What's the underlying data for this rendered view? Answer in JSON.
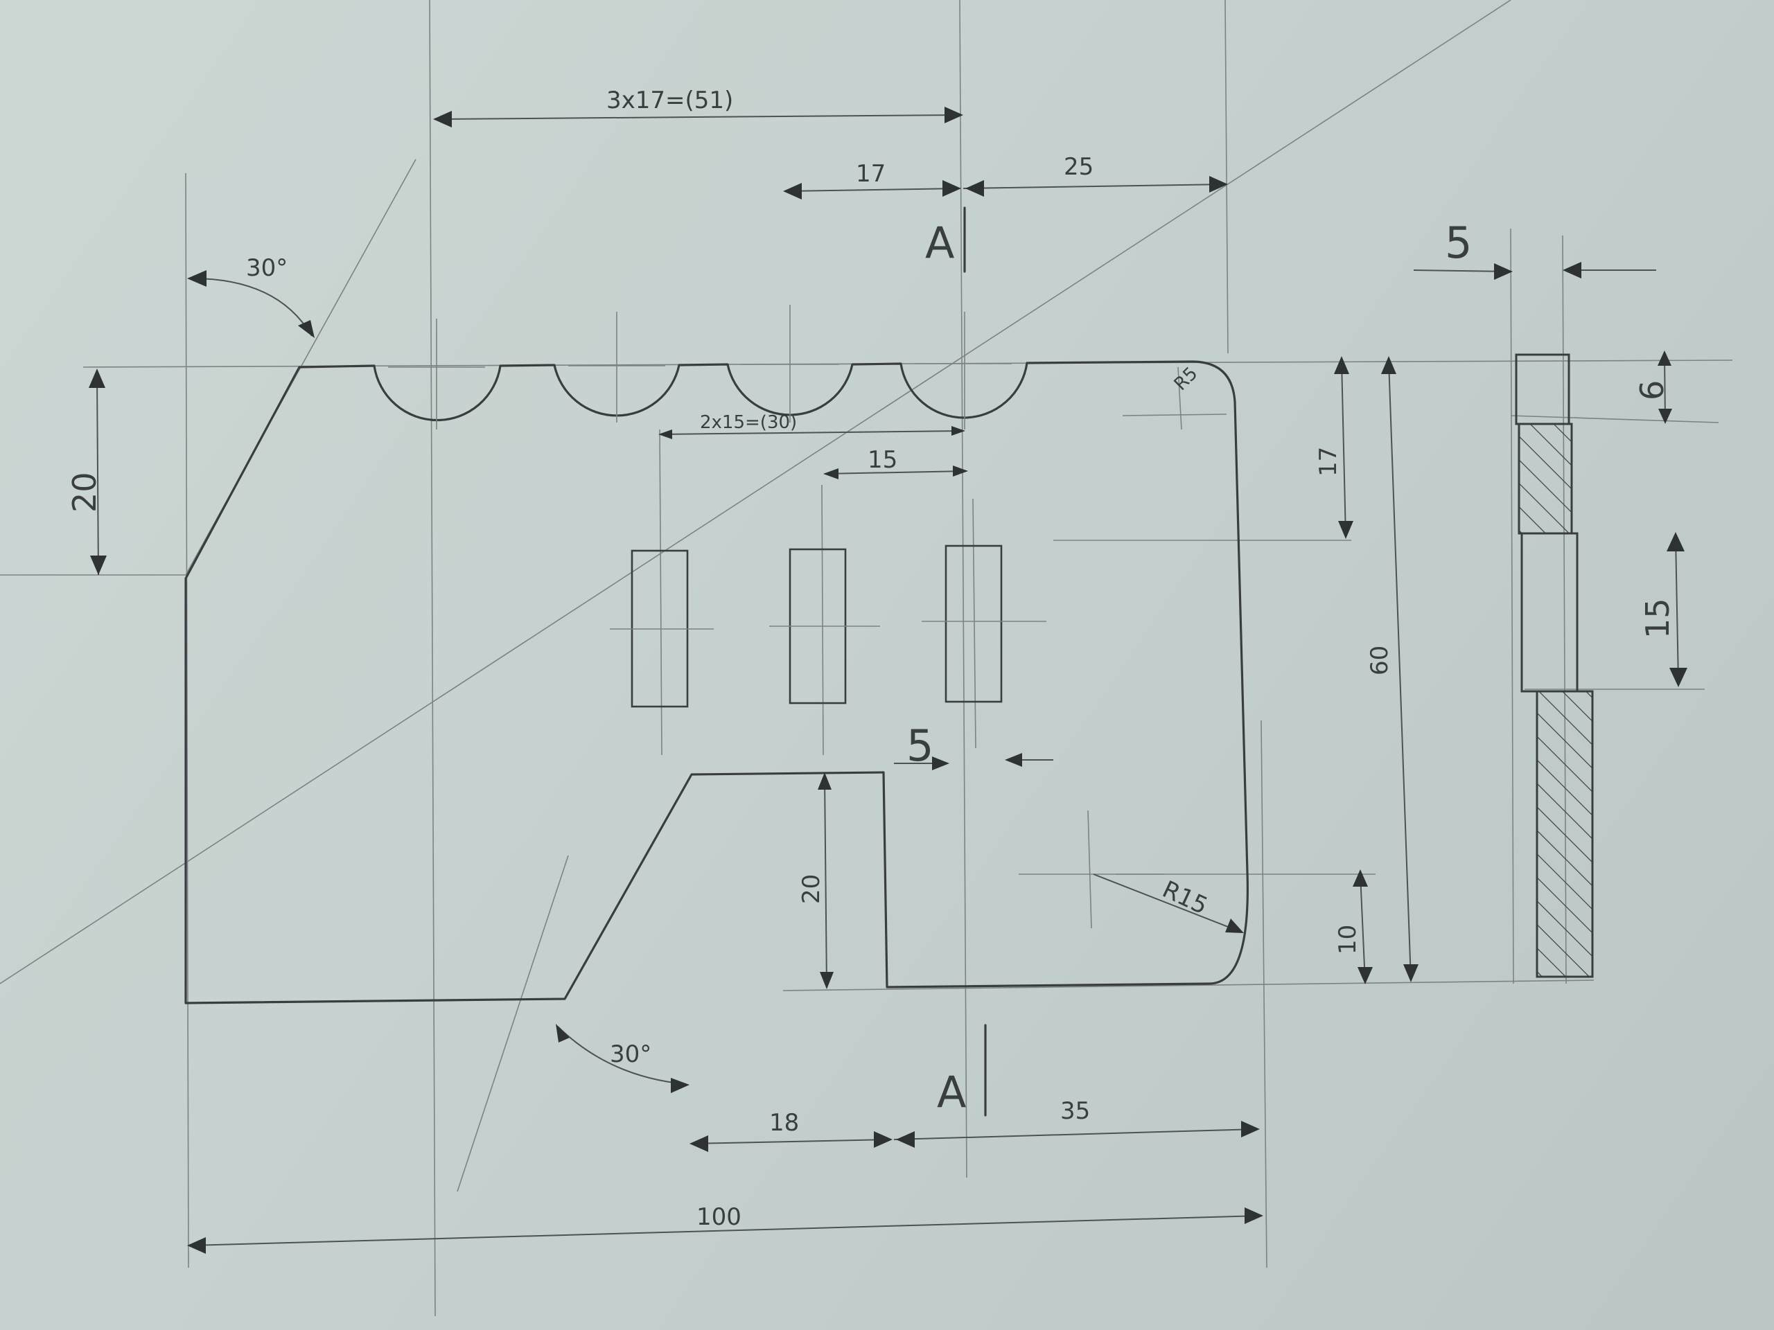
{
  "dimensions": {
    "pitch_chain": "3x17=(51)",
    "pitch_17": "17",
    "offset_25": "25",
    "notch_height_20": "20",
    "angle_top": "30°",
    "radius_small": "R5",
    "slot_chain": "2x15=(30)",
    "slot_pitch": "15",
    "slot_width": "5",
    "step_height": "20",
    "radius_large": "R15",
    "right_17": "17",
    "total_height_60": "60",
    "bottom_10": "10",
    "angle_bottom": "30°",
    "bottom_18": "18",
    "bottom_35": "35",
    "total_width_100": "100"
  },
  "section": {
    "label": "A",
    "thickness": "5",
    "dim_6": "6",
    "dim_15": "15"
  }
}
